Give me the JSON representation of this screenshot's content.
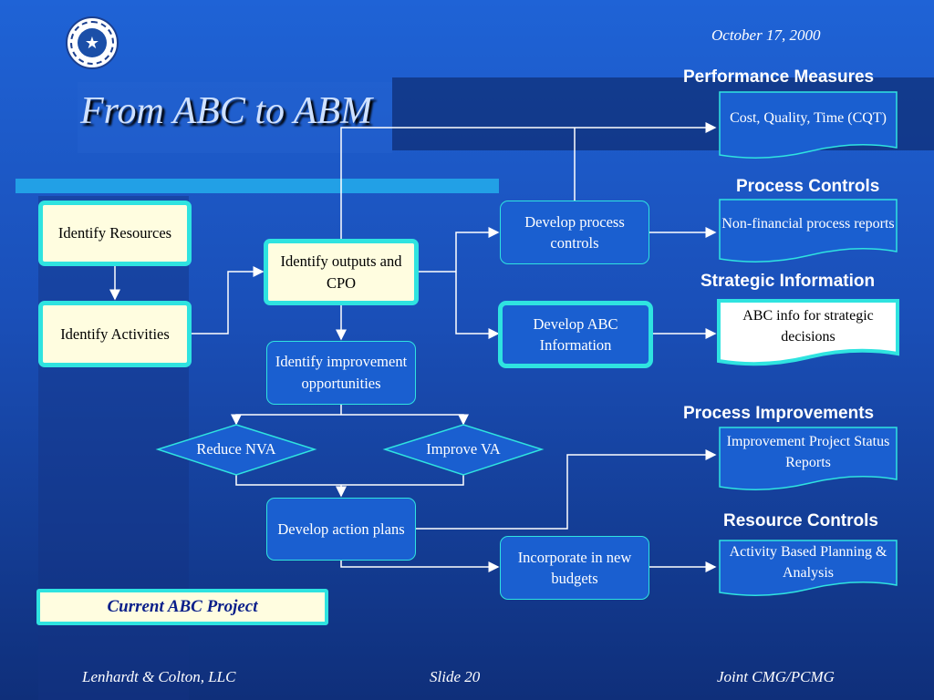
{
  "header": {
    "date": "October 17,  2000",
    "title": "From ABC to ABM"
  },
  "nodes": {
    "identify_resources": "Identify Resources",
    "identify_activities": "Identify Activities",
    "identify_outputs": "Identify outputs and CPO",
    "identify_improvement": "Identify improvement opportunities",
    "reduce_nva": "Reduce NVA",
    "improve_va": "Improve VA",
    "develop_action": "Develop action plans",
    "develop_process": "Develop process controls",
    "develop_abc": "Develop ABC Information",
    "incorporate": "Incorporate in new budgets"
  },
  "outputs": [
    {
      "heading": "Performance Measures",
      "doc": "Cost, Quality, Time (CQT)"
    },
    {
      "heading": "Process Controls",
      "doc": "Non-financial process reports"
    },
    {
      "heading": "Strategic Information",
      "doc": "ABC info for strategic decisions"
    },
    {
      "heading": "Process Improvements",
      "doc": "Improvement Project Status Reports"
    },
    {
      "heading": "Resource Controls",
      "doc": "Activity Based Planning & Analysis"
    }
  ],
  "project_label": "Current ABC Project",
  "footer": {
    "left": "Lenhardt & Colton, LLC",
    "center": "Slide 20",
    "right": "Joint CMG/PCMG"
  },
  "colors": {
    "accent": "#2fe3e0",
    "box_fill": "#1a5fd0",
    "yellow_fill": "#fffde0"
  }
}
